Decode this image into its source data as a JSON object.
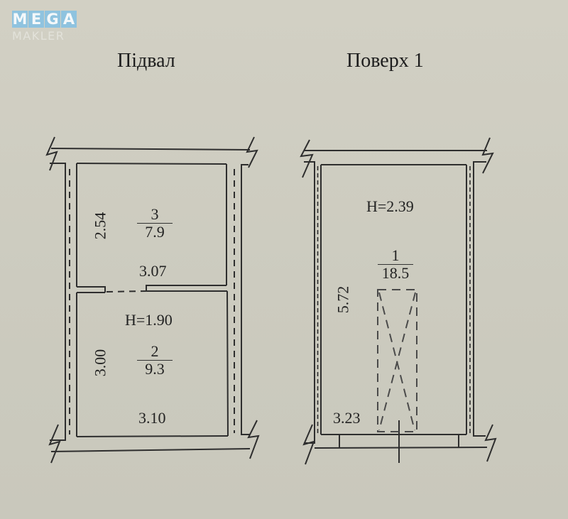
{
  "watermark": {
    "brand_top": "MEGA",
    "brand_bottom": "MAKLER",
    "accent_color": "#8fc3df"
  },
  "plans": [
    {
      "title": "Підвал",
      "height_label": "H=1.90",
      "rooms": [
        {
          "number": "3",
          "area": "7.9",
          "width": "3.07",
          "length": "2.54"
        },
        {
          "number": "2",
          "area": "9.3",
          "width": "3.10",
          "length": "3.00"
        }
      ]
    },
    {
      "title": "Поверх 1",
      "height_label": "H=2.39",
      "rooms": [
        {
          "number": "1",
          "area": "18.5",
          "width": "3.23",
          "length": "5.72"
        }
      ]
    }
  ],
  "colors": {
    "paper": "#cfcdc0",
    "ink": "#2a2a2a"
  }
}
